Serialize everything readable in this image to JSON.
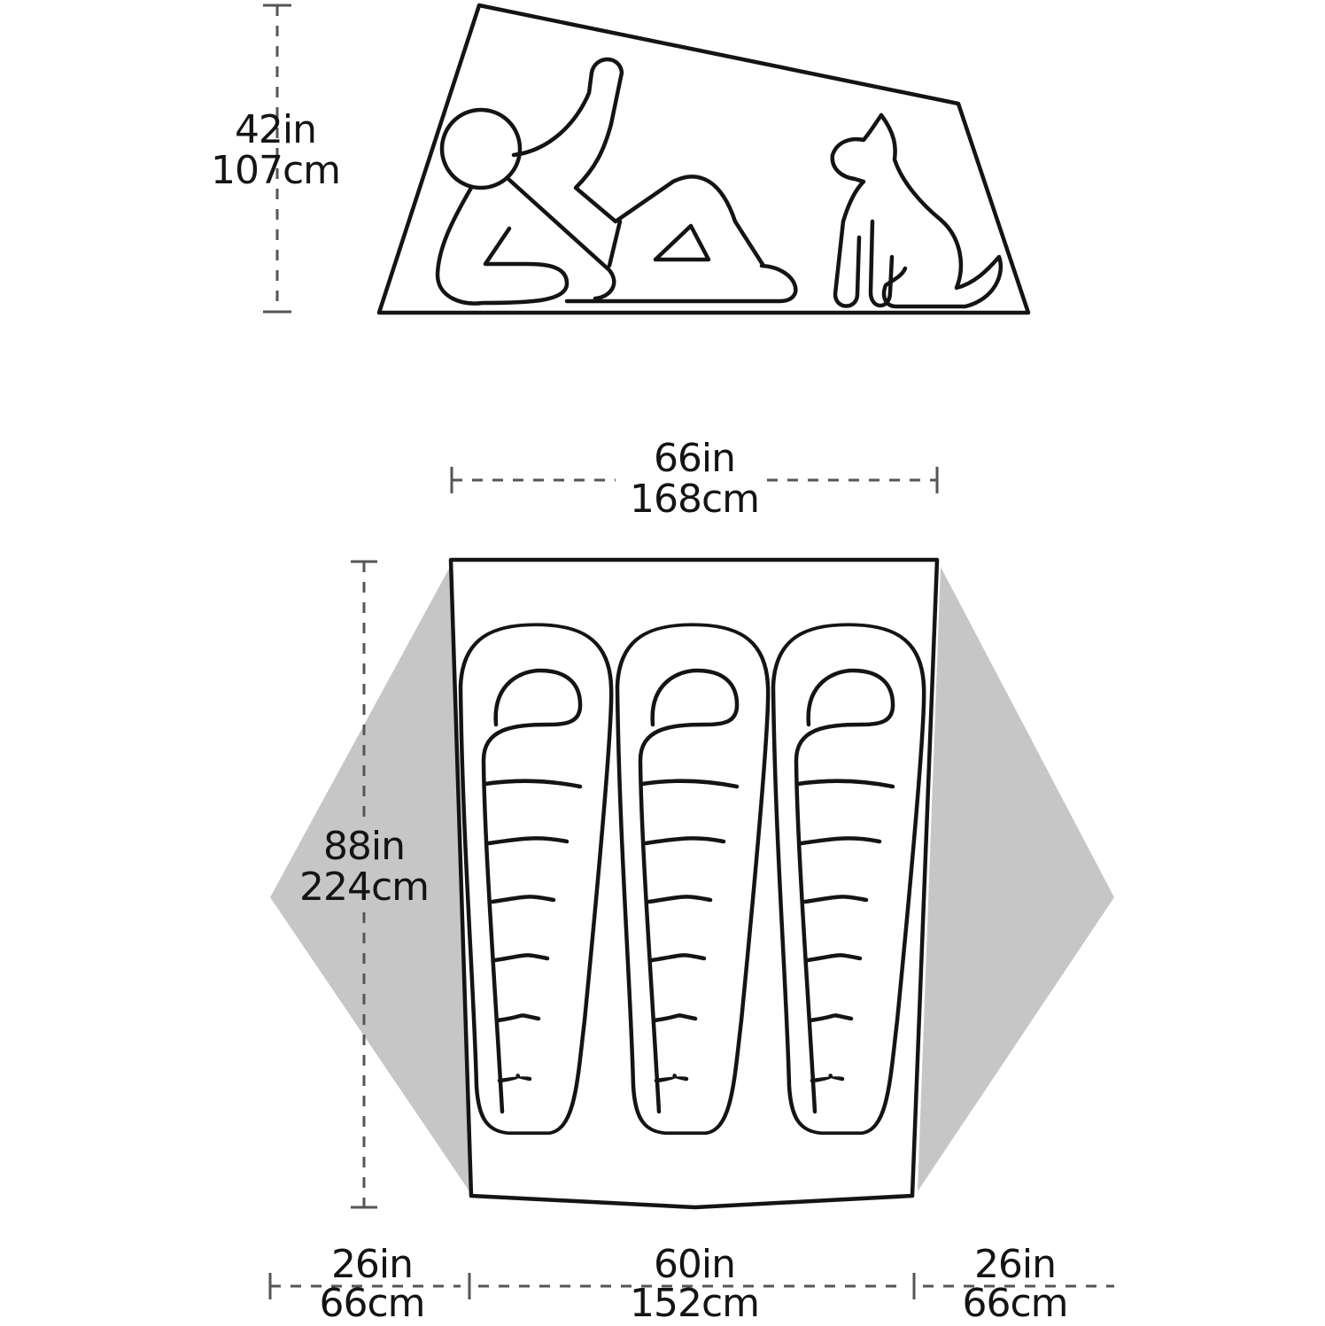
{
  "colors": {
    "ink": "#141414",
    "dimension_line": "#555555",
    "vestibule_fill": "#c6c6c6",
    "background": "#ffffff"
  },
  "side_view": {
    "height": {
      "in": "42in",
      "cm": "107cm"
    }
  },
  "floor_plan": {
    "width": {
      "in": "66in",
      "cm": "168cm"
    },
    "length": {
      "in": "88in",
      "cm": "224cm"
    },
    "bottom_dimensions": [
      {
        "in": "26in",
        "cm": "66cm"
      },
      {
        "in": "60in",
        "cm": "152cm"
      },
      {
        "in": "26in",
        "cm": "66cm"
      }
    ],
    "sleeping_bag_count": 3
  }
}
